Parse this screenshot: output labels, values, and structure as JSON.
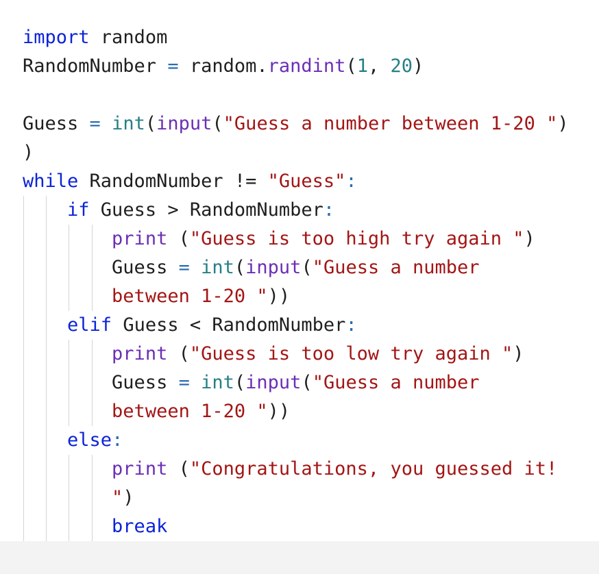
{
  "code": {
    "lines": [
      [
        {
          "t": "import",
          "c": "kw"
        },
        {
          "t": " random",
          "c": ""
        }
      ],
      [
        {
          "t": "RandomNumber ",
          "c": ""
        },
        {
          "t": "=",
          "c": "op"
        },
        {
          "t": " random.",
          "c": ""
        },
        {
          "t": "randint",
          "c": "fn"
        },
        {
          "t": "(",
          "c": ""
        },
        {
          "t": "1",
          "c": "num"
        },
        {
          "t": ", ",
          "c": ""
        },
        {
          "t": "20",
          "c": "num"
        },
        {
          "t": ")",
          "c": ""
        }
      ],
      [],
      [
        {
          "t": "Guess ",
          "c": ""
        },
        {
          "t": "=",
          "c": "op"
        },
        {
          "t": " ",
          "c": ""
        },
        {
          "t": "int",
          "c": "bi"
        },
        {
          "t": "(",
          "c": ""
        },
        {
          "t": "input",
          "c": "fn"
        },
        {
          "t": "(",
          "c": ""
        },
        {
          "t": "\"Guess a number between 1-20 \"",
          "c": "str"
        },
        {
          "t": ")",
          "c": ""
        }
      ],
      [
        {
          "t": ")",
          "c": ""
        }
      ],
      [
        {
          "t": "while",
          "c": "kw"
        },
        {
          "t": " RandomNumber != ",
          "c": ""
        },
        {
          "t": "\"Guess\"",
          "c": "str"
        },
        {
          "t": ":",
          "c": "op"
        }
      ],
      [
        {
          "t": "    ",
          "c": ""
        },
        {
          "t": "if",
          "c": "kw"
        },
        {
          "t": " Guess > RandomNumber",
          "c": ""
        },
        {
          "t": ":",
          "c": "op"
        }
      ],
      [
        {
          "t": "        ",
          "c": ""
        },
        {
          "t": "print",
          "c": "fn"
        },
        {
          "t": " (",
          "c": ""
        },
        {
          "t": "\"Guess is too high try again \"",
          "c": "str"
        },
        {
          "t": ")",
          "c": ""
        }
      ],
      [
        {
          "t": "        Guess ",
          "c": ""
        },
        {
          "t": "=",
          "c": "op"
        },
        {
          "t": " ",
          "c": ""
        },
        {
          "t": "int",
          "c": "bi"
        },
        {
          "t": "(",
          "c": ""
        },
        {
          "t": "input",
          "c": "fn"
        },
        {
          "t": "(",
          "c": ""
        },
        {
          "t": "\"Guess a number",
          "c": "str"
        }
      ],
      [
        {
          "t": "        ",
          "c": ""
        },
        {
          "t": "between 1-20 \"",
          "c": "str"
        },
        {
          "t": "))",
          "c": ""
        }
      ],
      [
        {
          "t": "    ",
          "c": ""
        },
        {
          "t": "elif",
          "c": "kw"
        },
        {
          "t": " Guess < RandomNumber",
          "c": ""
        },
        {
          "t": ":",
          "c": "op"
        }
      ],
      [
        {
          "t": "        ",
          "c": ""
        },
        {
          "t": "print",
          "c": "fn"
        },
        {
          "t": " (",
          "c": ""
        },
        {
          "t": "\"Guess is too low try again \"",
          "c": "str"
        },
        {
          "t": ")",
          "c": ""
        }
      ],
      [
        {
          "t": "        Guess ",
          "c": ""
        },
        {
          "t": "=",
          "c": "op"
        },
        {
          "t": " ",
          "c": ""
        },
        {
          "t": "int",
          "c": "bi"
        },
        {
          "t": "(",
          "c": ""
        },
        {
          "t": "input",
          "c": "fn"
        },
        {
          "t": "(",
          "c": ""
        },
        {
          "t": "\"Guess a number",
          "c": "str"
        }
      ],
      [
        {
          "t": "        ",
          "c": ""
        },
        {
          "t": "between 1-20 \"",
          "c": "str"
        },
        {
          "t": "))",
          "c": ""
        }
      ],
      [
        {
          "t": "    ",
          "c": ""
        },
        {
          "t": "else",
          "c": "kw"
        },
        {
          "t": ":",
          "c": "op"
        }
      ],
      [
        {
          "t": "        ",
          "c": ""
        },
        {
          "t": "print",
          "c": "fn"
        },
        {
          "t": " (",
          "c": ""
        },
        {
          "t": "\"Congratulations, you guessed it!",
          "c": "str"
        }
      ],
      [
        {
          "t": "        ",
          "c": ""
        },
        {
          "t": "\"",
          "c": "str"
        },
        {
          "t": ")",
          "c": ""
        }
      ],
      [
        {
          "t": "        ",
          "c": ""
        },
        {
          "t": "break",
          "c": "kw"
        }
      ]
    ]
  },
  "colors": {
    "keyword": "#0b23d8",
    "function": "#6b2fb5",
    "builtin": "#267f85",
    "string": "#a31515",
    "operator": "#2b6cb0"
  }
}
